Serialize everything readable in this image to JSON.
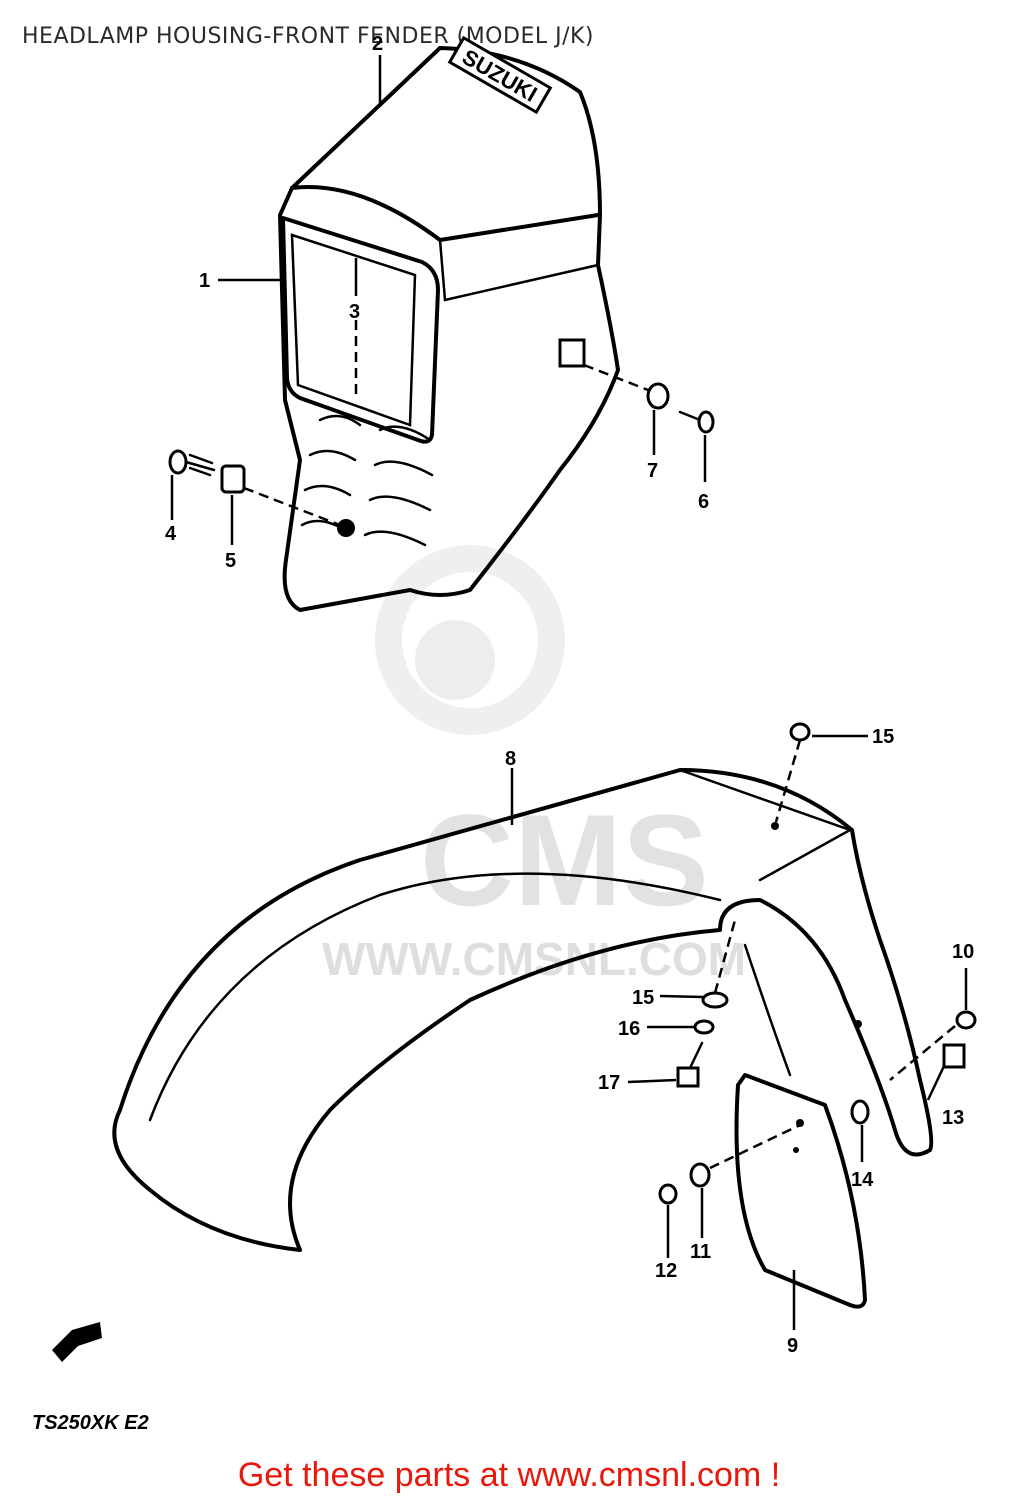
{
  "title": "HEADLAMP HOUSING-FRONT FENDER (MODEL J/K)",
  "brand_logo_text": "SUZUKI",
  "watermark": {
    "logo_text": "CMS",
    "url_text": "WWW.CMSNL.COM"
  },
  "part_labels": [
    "1",
    "2",
    "3",
    "4",
    "5",
    "6",
    "7",
    "8",
    "9",
    "10",
    "11",
    "12",
    "13",
    "14",
    "15",
    "15",
    "16",
    "17"
  ],
  "model_code": "TS250XK E2",
  "footer": "Get these parts at www.cmsnl.com !",
  "colors": {
    "footer": "#e8180c",
    "lines": "#000000",
    "watermark": "#dcdcdc"
  }
}
